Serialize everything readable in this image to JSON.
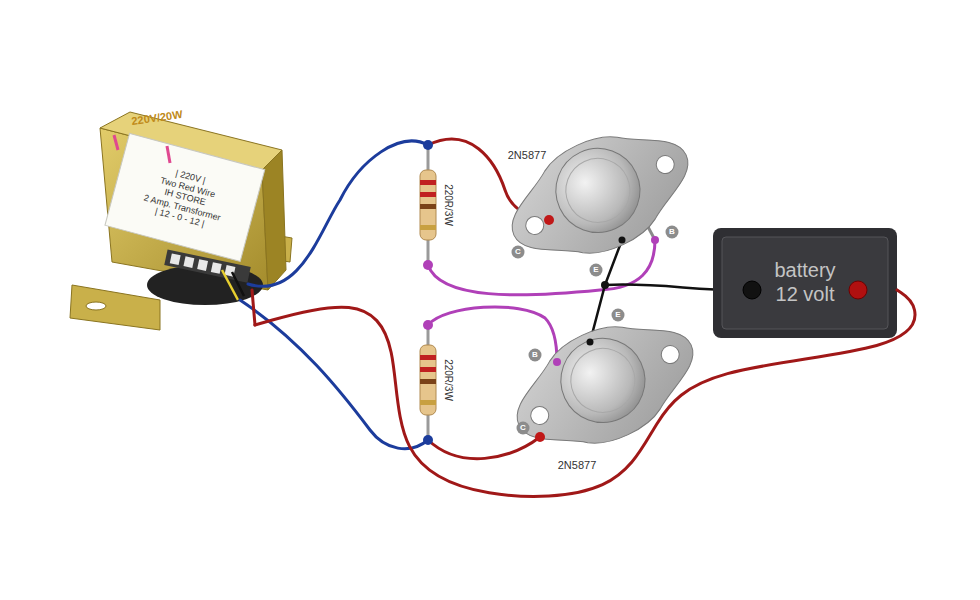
{
  "diagram": {
    "nodes": [
      {
        "text": [
          "| 220V |",
          "Two Red Wire",
          "IH STORE",
          "2 Amp. Transformer",
          "| 12 - 0 - 12 |"
        ]
      },
      {
        "text": [
          "battery 12 volt"
        ]
      }
    ],
    "edges": [
      {
        "from": 1,
        "to": 0,
        "arrow": "none"
      }
    ],
    "labels": [
      "220V/20W",
      "2N5877",
      "220R/3W",
      "C",
      "E",
      "B",
      "B",
      "E",
      "220R/3W",
      "C",
      "2N5877"
    ]
  }
}
